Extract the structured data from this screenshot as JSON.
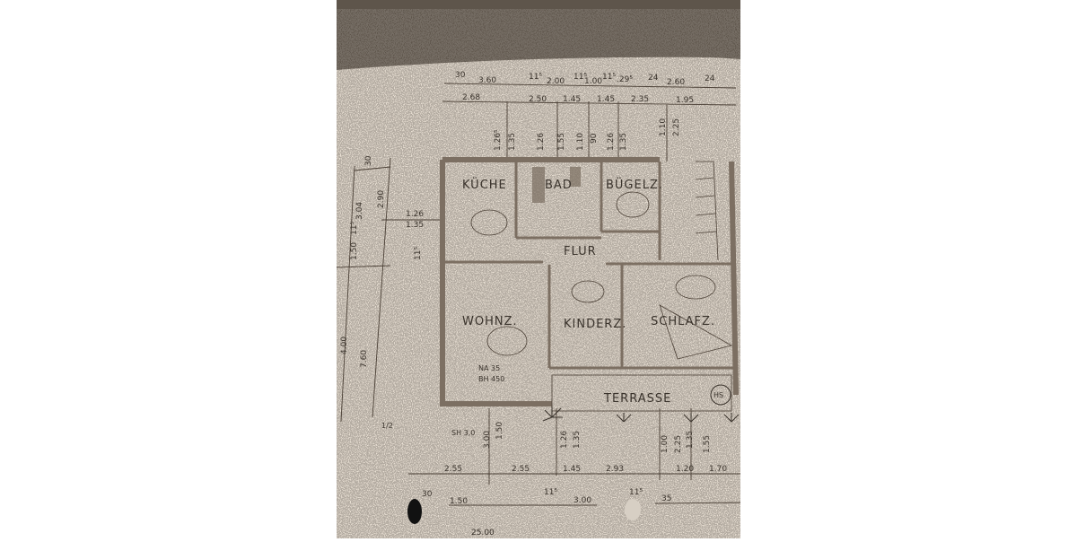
{
  "colors": {
    "carpet": "#5e554b",
    "paper": "#e8dfd3",
    "ink": "#4a3f35",
    "wall": "#8a7d70"
  },
  "rooms": {
    "kueche": "KÜCHE",
    "bad": "BAD",
    "buegelz": "BÜGELZ.",
    "flur": "FLUR",
    "wohnz": "WOHNZ.",
    "kinderz": "KINDERZ.",
    "schlafz": "SCHLAFZ.",
    "terrasse": "TERRASSE"
  },
  "notes": {
    "na": "NA 35",
    "bh": "BH 450",
    "sh": "SH 3,0",
    "circle": "HS",
    "left_angle": "1/2"
  },
  "dims_top_outer": [
    "30",
    "3.60",
    "11⁵",
    "2.00",
    "11⁵",
    "1.00",
    "11⁵",
    ".29⁵",
    "24",
    "2.60",
    "24"
  ],
  "dims_top_inner": [
    "2.68",
    "2.50",
    "1.45",
    "1.45",
    "2.35",
    "1.95"
  ],
  "dims_top_vertical": [
    "1.26⁵",
    "1.35",
    "1.26",
    "1.55",
    "1.10",
    "90",
    "1.26",
    "1.35",
    "1.10",
    "2.25"
  ],
  "dims_left": [
    "30",
    "3.04",
    "2.90",
    "11⁵",
    "1.50",
    "4.00",
    "7.60",
    "1.26",
    "1.35",
    "11⁵"
  ],
  "dims_bottom_inner": [
    "2.55",
    "2.55",
    "1.45",
    "2.93",
    "1.20",
    "1.70"
  ],
  "dims_bottom_vertical": [
    "3.00",
    "1.50",
    "1.26",
    "1.35",
    "1.00",
    "2.25",
    "1.35",
    "1.55"
  ],
  "dims_bottom_outer": [
    "30",
    "1.50",
    "11⁵",
    "3.00",
    "11⁵",
    "35",
    "25.00"
  ]
}
